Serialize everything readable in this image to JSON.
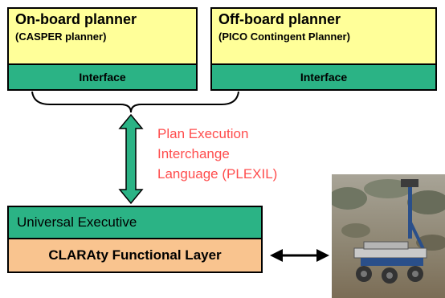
{
  "onboard": {
    "title": "On-board planner",
    "subtitle": "(CASPER planner)",
    "interface": "Interface"
  },
  "offboard": {
    "title": "Off-board planner",
    "subtitle": "(PICO Contingent Planner)",
    "interface": "Interface"
  },
  "plexil": {
    "line1": "Plan Execution",
    "line2": "Interchange",
    "line3": "Language (PLEXIL)"
  },
  "executive": {
    "label": "Universal Executive"
  },
  "claraty": {
    "label": "CLARAty Functional Layer"
  },
  "rover_photo": {
    "icon": "rover-photo"
  },
  "colors": {
    "planner_fill": "#ffff99",
    "interface_fill": "#2bb385",
    "claraty_fill": "#f9c48f",
    "plexil_text": "#ff4d4d"
  }
}
